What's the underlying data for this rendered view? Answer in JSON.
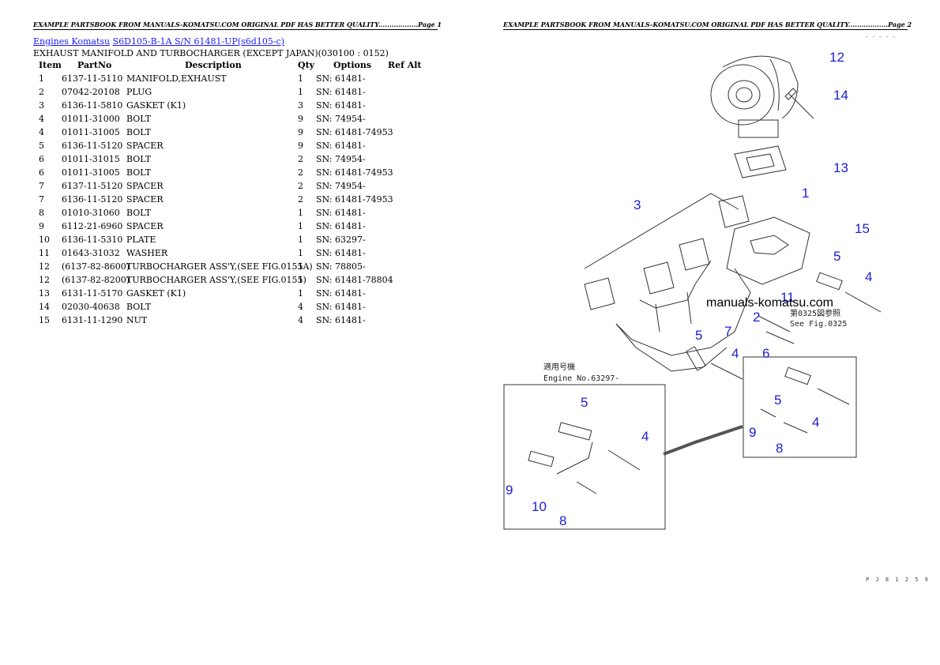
{
  "header": {
    "banner_left": "EXAMPLE PARTSBOOK FROM MANUALS-KOMATSU.COM ORIGINAL PDF HAS BETTER QUALITY..................Page 1",
    "banner_right": "EXAMPLE PARTSBOOK FROM MANUALS-KOMATSU.COM ORIGINAL PDF HAS BETTER QUALITY..................Page 2"
  },
  "breadcrumb": {
    "link1": "Engines Komatsu",
    "link2": "S6D105-B-1A S/N 61481-UP(s6d105-c)"
  },
  "subtitle": "EXHAUST MANIFOLD AND TURBOCHARGER (EXCEPT JAPAN)(030100 : 0152)",
  "table": {
    "headers": {
      "item": "Item",
      "partno": "PartNo",
      "description": "Description",
      "qty": "Qty",
      "options": "Options",
      "refalt": "Ref Alt"
    },
    "rows": [
      {
        "item": "1",
        "partno": "6137-11-5110",
        "description": "MANIFOLD,EXHAUST",
        "qty": "1",
        "options": "SN: 61481-"
      },
      {
        "item": "2",
        "partno": "07042-20108",
        "description": "PLUG",
        "qty": "1",
        "options": "SN: 61481-"
      },
      {
        "item": "3",
        "partno": "6136-11-5810",
        "description": "GASKET (K1)",
        "qty": "3",
        "options": "SN: 61481-"
      },
      {
        "item": "4",
        "partno": "01011-31000",
        "description": "BOLT",
        "qty": "9",
        "options": "SN: 74954-"
      },
      {
        "item": "4",
        "partno": "01011-31005",
        "description": "BOLT",
        "qty": "9",
        "options": "SN: 61481-74953"
      },
      {
        "item": "5",
        "partno": "6136-11-5120",
        "description": "SPACER",
        "qty": "9",
        "options": "SN: 61481-"
      },
      {
        "item": "6",
        "partno": "01011-31015",
        "description": "BOLT",
        "qty": "2",
        "options": "SN: 74954-"
      },
      {
        "item": "6",
        "partno": "01011-31005",
        "description": "BOLT",
        "qty": "2",
        "options": "SN: 61481-74953"
      },
      {
        "item": "7",
        "partno": "6137-11-5120",
        "description": "SPACER",
        "qty": "2",
        "options": "SN: 74954-"
      },
      {
        "item": "7",
        "partno": "6136-11-5120",
        "description": "SPACER",
        "qty": "2",
        "options": "SN: 61481-74953"
      },
      {
        "item": "8",
        "partno": "01010-31060",
        "description": "BOLT",
        "qty": "1",
        "options": "SN: 61481-"
      },
      {
        "item": "9",
        "partno": "6112-21-6960",
        "description": "SPACER",
        "qty": "1",
        "options": "SN: 61481-"
      },
      {
        "item": "10",
        "partno": "6136-11-5310",
        "description": "PLATE",
        "qty": "1",
        "options": "SN: 63297-"
      },
      {
        "item": "11",
        "partno": "01643-31032",
        "description": "WASHER",
        "qty": "1",
        "options": "SN: 61481-"
      },
      {
        "item": "12",
        "partno": "(6137-82-8600)",
        "description": "TURBOCHARGER ASS'Y,(SEE FIG.0155A)",
        "qty": "1",
        "options": "SN: 78805-"
      },
      {
        "item": "12",
        "partno": "(6137-82-8200)",
        "description": "TURBOCHARGER ASS'Y,(SEE FIG.0155)",
        "qty": "1",
        "options": "SN: 61481-78804"
      },
      {
        "item": "13",
        "partno": "6131-11-5170",
        "description": "GASKET (K1)",
        "qty": "1",
        "options": "SN: 61481-"
      },
      {
        "item": "14",
        "partno": "02030-40638",
        "description": "BOLT",
        "qty": "4",
        "options": "SN: 61481-"
      },
      {
        "item": "15",
        "partno": "6131-11-1290",
        "description": "NUT",
        "qty": "4",
        "options": "SN: 61481-"
      }
    ]
  },
  "diagram": {
    "watermark": "manuals-komatsu.com",
    "see_fig_jp": "第0325図参照",
    "see_fig": "See Fig.0325",
    "applicable_jp": "適用号機",
    "engine_no": "Engine No.63297-",
    "page_marker_top": "- - - - -",
    "page_code": "P J 8 1 2 5 9",
    "callouts": [
      "12",
      "14",
      "13",
      "1",
      "15",
      "3",
      "5",
      "4",
      "11",
      "2",
      "7",
      "5",
      "4",
      "6",
      "5",
      "4",
      "9",
      "8",
      "5",
      "4",
      "9",
      "10",
      "8"
    ]
  }
}
